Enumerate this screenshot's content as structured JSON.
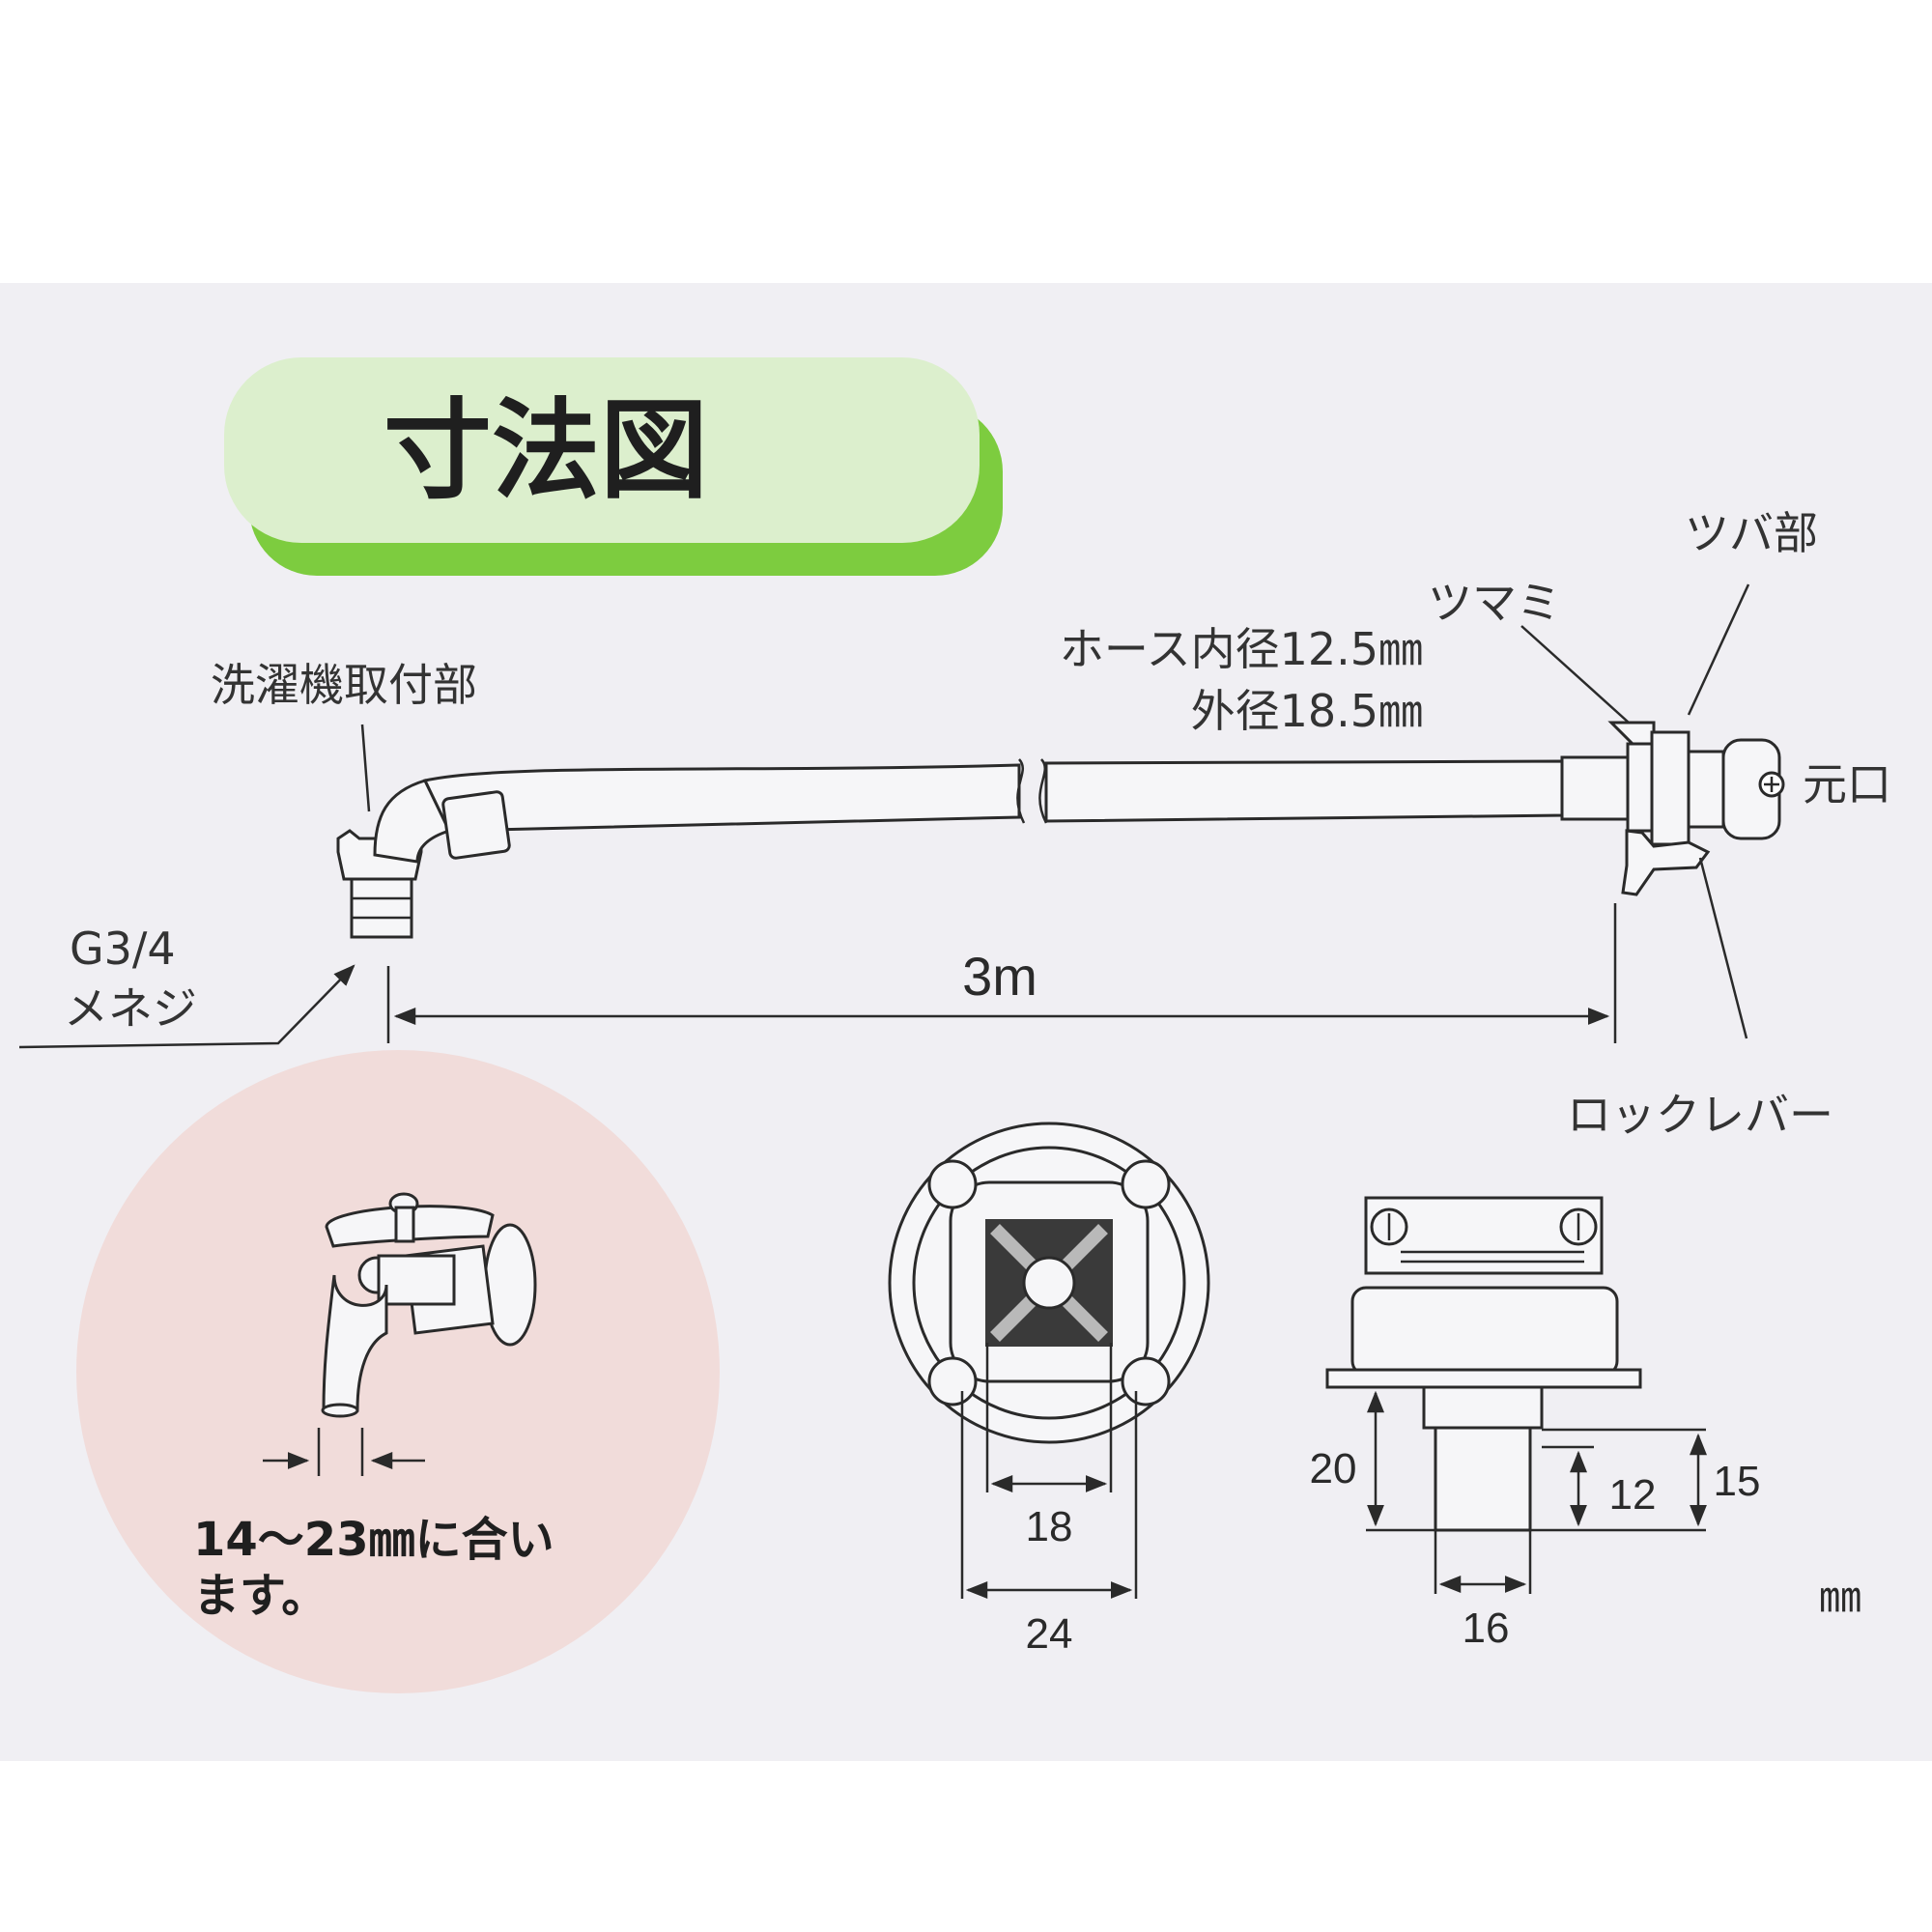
{
  "title": "寸法図",
  "labels": {
    "washer_mount": "洗濯機取付部",
    "thread_size": "G3/4",
    "thread_type": "メネジ",
    "hose_inner": "ホース内径12.5㎜",
    "hose_outer": "外径18.5㎜",
    "knob": "ツマミ",
    "flange": "ツバ部",
    "source": "元口",
    "lock_lever": "ロックレバー",
    "length": "3m",
    "faucet_fit_line1": "14〜23㎜に合い",
    "faucet_fit_line2": "ます。",
    "unit": "㎜"
  },
  "dimensions": {
    "inner_width": "18",
    "outer_width": "24",
    "total_height": "20",
    "nozzle_height": "12",
    "side_height": "15",
    "nozzle_width": "16"
  },
  "colors": {
    "panel_bg": "#f0eff3",
    "title_fill": "#dcefcd",
    "title_shadow": "#7dcc3f",
    "faucet_circle": "#f1dcda",
    "ink": "#2a2a2a"
  },
  "icons": [
    "faucet-icon",
    "hose-icon",
    "connector-top-view-icon",
    "connector-side-view-icon"
  ]
}
